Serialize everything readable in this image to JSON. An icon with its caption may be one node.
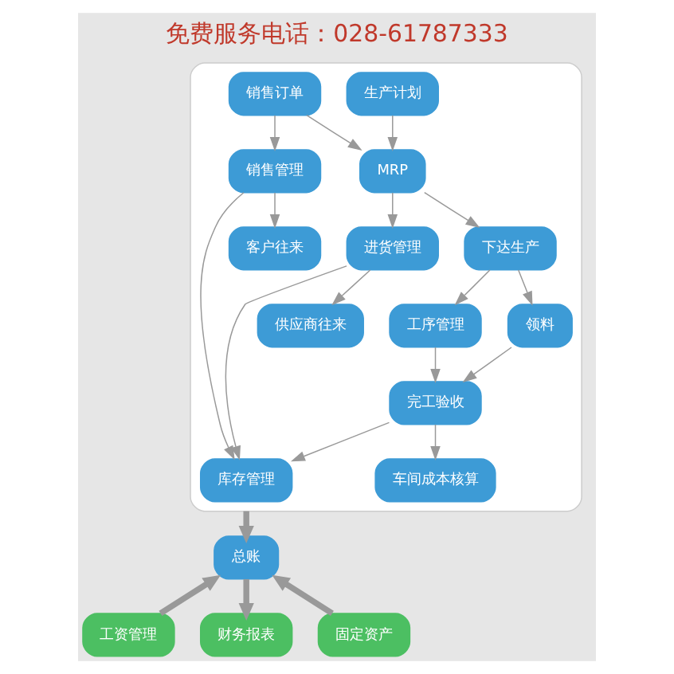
{
  "diagram": {
    "title": "免费服务电话：028-61787333",
    "nodes": [
      {
        "text": [],
        "shape": "box"
      },
      {
        "text": [
          "生产计划"
        ],
        "in": 0
      },
      {
        "text": [
          "销售订单"
        ],
        "in": 0
      },
      {
        "text": [
          "销售管理"
        ],
        "in": 0
      },
      {
        "text": [
          "MRP"
        ],
        "in": 0
      },
      {
        "text": [
          "工序管理"
        ],
        "in": 0
      },
      {
        "text": [
          "进货管理"
        ],
        "in": 0
      },
      {
        "text": [
          "下达生产"
        ],
        "in": 0
      },
      {
        "text": [
          "领料"
        ],
        "in": 0
      },
      {
        "text": [
          "完工验收"
        ],
        "in": 0
      },
      {
        "text": [
          "库存管理"
        ],
        "in": 0
      },
      {
        "text": [
          "供应商往来"
        ],
        "in": 0
      },
      {
        "text": [
          "车间成本核算"
        ],
        "in": 0
      },
      {
        "text": [
          "客户往来"
        ],
        "in": 0
      },
      {
        "text": [
          "总账"
        ]
      },
      {
        "text": [
          "工资管理"
        ]
      },
      {
        "text": [
          "财务报表"
        ]
      },
      {
        "text": [
          "固定资产"
        ]
      }
    ],
    "edges": [
      {
        "from": 1,
        "to": 4,
        "arrow": "to"
      },
      {
        "from": 2,
        "to": 4,
        "arrow": "to"
      },
      {
        "from": 2,
        "to": 3,
        "arrow": "to"
      },
      {
        "from": 4,
        "to": 6,
        "arrow": "to"
      },
      {
        "from": 4,
        "to": 7,
        "arrow": "to"
      },
      {
        "from": 7,
        "to": 5,
        "arrow": "to"
      },
      {
        "from": 5,
        "to": 9,
        "arrow": "to"
      },
      {
        "from": 7,
        "to": 8,
        "arrow": "to"
      },
      {
        "from": 8,
        "to": 9,
        "arrow": "to"
      },
      {
        "from": 9,
        "to": 10,
        "arrow": "to"
      },
      {
        "from": 6,
        "to": 10,
        "arrow": "to"
      },
      {
        "from": 6,
        "to": 11,
        "arrow": "to"
      },
      {
        "from": 3,
        "to": 10,
        "arrow": "to"
      },
      {
        "from": 3,
        "to": 13,
        "arrow": "to"
      },
      {
        "from": 9,
        "to": 12,
        "arrow": "to"
      },
      {
        "from": 0,
        "to": 14,
        "arrow": "to",
        "style": "thick"
      },
      {
        "from": 15,
        "to": 14,
        "arrow": "to",
        "style": "thick"
      },
      {
        "from": 14,
        "to": 16,
        "arrow": "to",
        "style": "thick"
      },
      {
        "from": 17,
        "to": 14,
        "arrow": "to",
        "style": "thick"
      }
    ]
  }
}
